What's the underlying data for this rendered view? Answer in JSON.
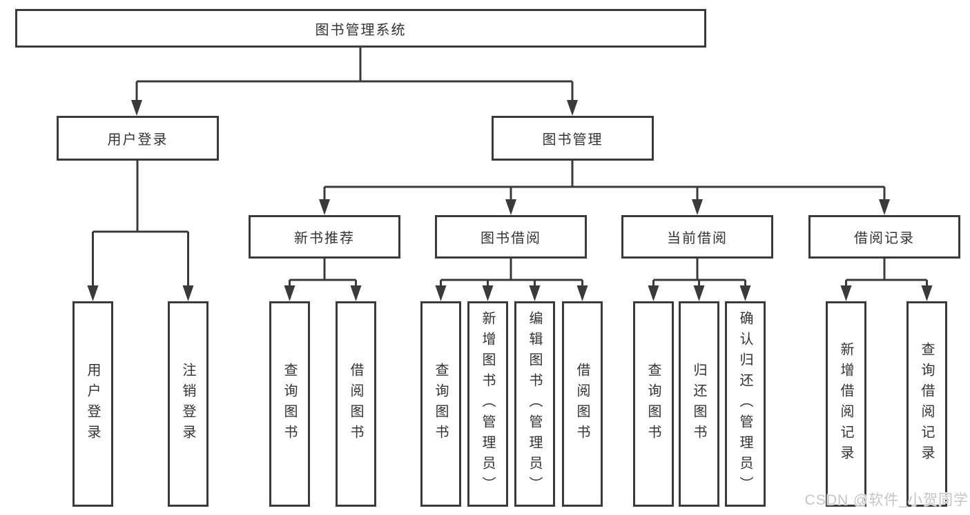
{
  "colors": {
    "bg": "#ffffff",
    "line": "#3a3a3a",
    "ink": "#333333",
    "watermark": "#c5c5c5"
  },
  "tree": {
    "root": {
      "label": "图书管理系统"
    },
    "branches": [
      {
        "label": "用户登录",
        "children": [
          {
            "label": "用户登录"
          },
          {
            "label": "注销登录"
          }
        ]
      },
      {
        "label": "图书管理",
        "children": [
          {
            "label": "新书推荐",
            "children": [
              {
                "label": "查询图书"
              },
              {
                "label": "借阅图书"
              }
            ]
          },
          {
            "label": "图书借阅",
            "children": [
              {
                "label": "查询图书"
              },
              {
                "label": "新增图书（管理员）"
              },
              {
                "label": "编辑图书（管理员）"
              },
              {
                "label": "借阅图书"
              }
            ]
          },
          {
            "label": "当前借阅",
            "children": [
              {
                "label": "查询图书"
              },
              {
                "label": "归还图书"
              },
              {
                "label": "确认归还（管理员）"
              }
            ]
          },
          {
            "label": "借阅记录",
            "children": [
              {
                "label": "新增借阅记录"
              },
              {
                "label": "查询借阅记录"
              }
            ]
          }
        ]
      }
    ]
  },
  "watermark": {
    "text": "CSDN @软件_小贺同学"
  }
}
